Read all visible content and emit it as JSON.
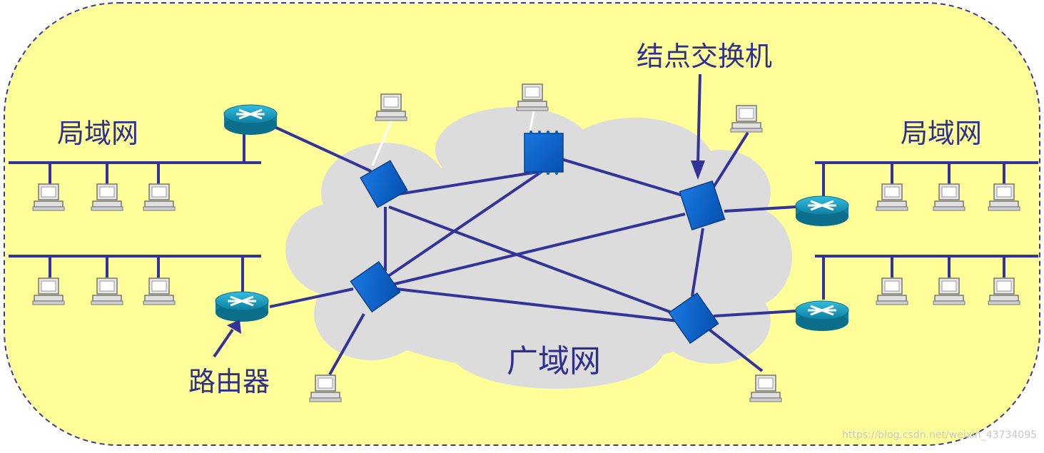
{
  "diagram": {
    "labels": {
      "lan_left": "局域网",
      "lan_right": "局域网",
      "wan": "广域网",
      "router": "路由器",
      "node_switch": "结点交换机"
    },
    "watermark": "https://blog.csdn.net/weixin_43734095",
    "colors": {
      "background": "#ffff99",
      "border": "#3c3c8c",
      "cloud": "#dcdcdc",
      "link": "#333399",
      "switch": "#0a5fc8",
      "router": "#1aa3c4",
      "label": "#2e2e8f"
    }
  }
}
